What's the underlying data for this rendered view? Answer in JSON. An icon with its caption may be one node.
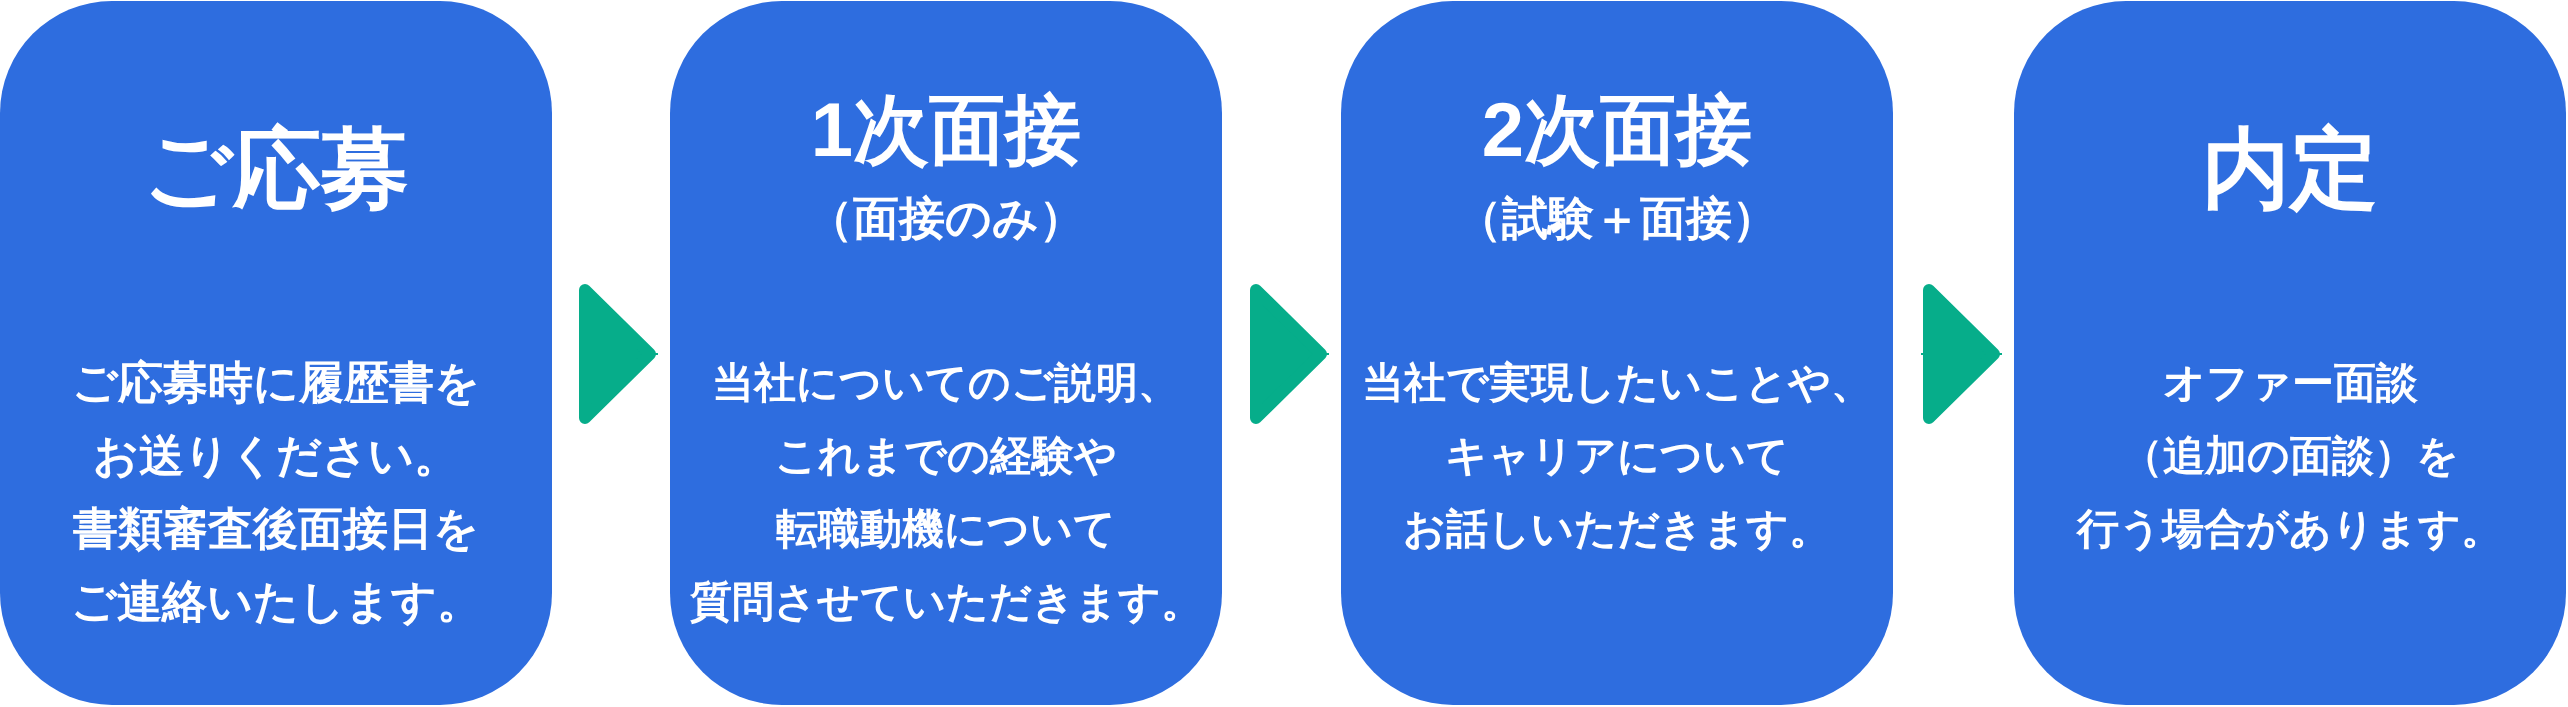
{
  "diagram": {
    "nodes": [
      {
        "text": [
          "ご応募",
          "ご応募時に履歴書をお送りください。書類審査後面接日をご連絡いたします。"
        ]
      },
      {
        "text": [
          "1次面接",
          "（面接のみ）",
          "当社についてのご説明、これまでの経験や転職動機について質問させていただきます。"
        ]
      },
      {
        "text": [
          "2次面接",
          "（試験＋面接）",
          "当社で実現したいことや、キャリアについてお話しいただきます。"
        ]
      },
      {
        "text": [
          "内定",
          "オファー面談（追加の面談）を行う場合があります。"
        ]
      }
    ],
    "edges": [
      {
        "from": 0,
        "to": 1,
        "arrow": "to"
      },
      {
        "from": 1,
        "to": 2,
        "arrow": "to"
      },
      {
        "from": 2,
        "to": 3,
        "arrow": "to"
      }
    ]
  }
}
